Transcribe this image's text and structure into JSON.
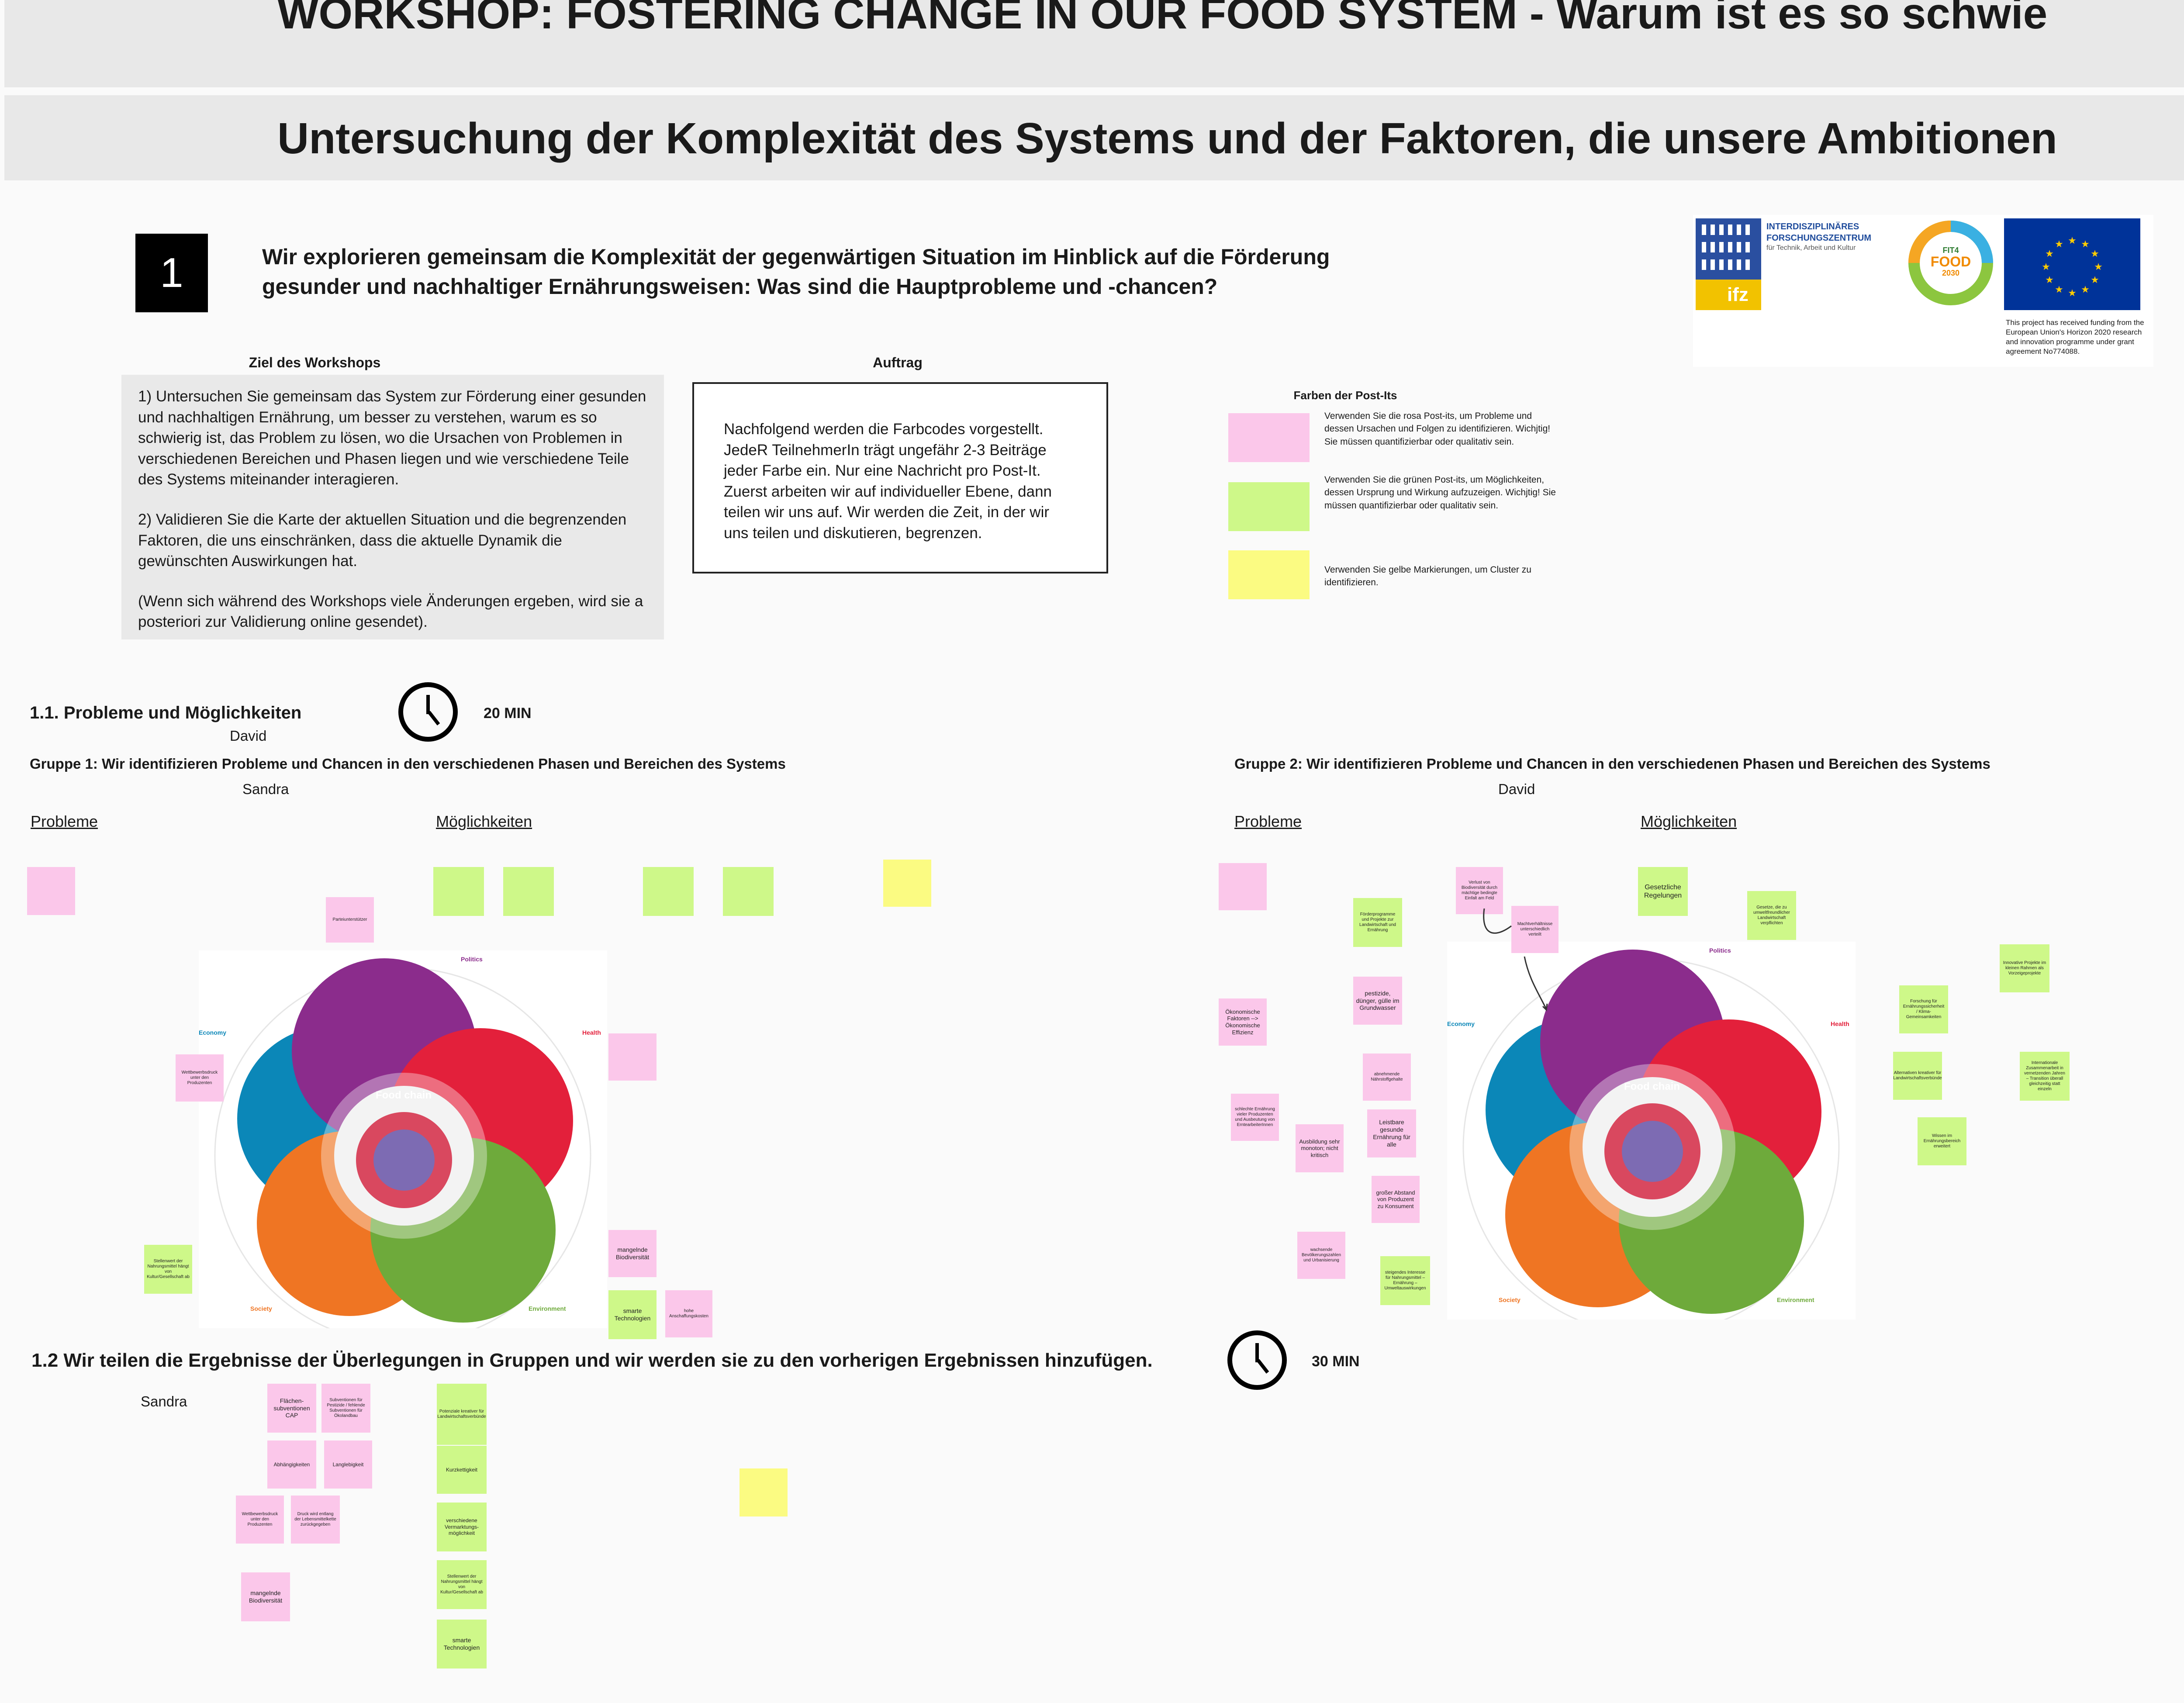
{
  "header": {
    "title": "WORKSHOP: FOSTERING CHANGE IN OUR FOOD SYSTEM - Warum ist es so schwie",
    "subtitle": "Untersuchung der Komplexität des Systems und der Faktoren, die unsere Ambitionen"
  },
  "section1": {
    "number": "1",
    "intro_line1": "Wir explorieren gemeinsam die Komplexität der gegenwärtigen Situation im Hinblick auf die Förderung",
    "intro_line2": "gesunder und nachhaltiger Ernährungsweisen: Was sind die Hauptprobleme und -chancen?"
  },
  "goal": {
    "heading": "Ziel des Workshops",
    "p1": "1) Untersuchen Sie gemeinsam das System zur Förderung einer gesunden und nachhaltigen Ernährung, um besser zu verstehen, warum es so schwierig ist, das Problem zu lösen, wo die Ursachen von Problemen in verschiedenen Bereichen und Phasen liegen und wie verschiedene Teile des Systems miteinander interagieren.",
    "p2": "2) Validieren Sie die Karte der aktuellen Situation und die begrenzenden Faktoren, die uns einschränken, dass die aktuelle Dynamik die gewünschten Auswirkungen hat.",
    "p3": "(Wenn sich während des Workshops viele Änderungen ergeben, wird sie a posteriori zur Validierung online gesendet)."
  },
  "task": {
    "heading": "Auftrag",
    "text": "Nachfolgend werden die Farbcodes vorgestellt. JedeR TeilnehmerIn trägt ungefähr 2-3 Beiträge jeder Farbe ein. Nur eine Nachricht pro Post-It. Zuerst arbeiten wir auf individueller Ebene, dann teilen wir uns auf. Wir werden die Zeit, in der wir uns teilen und diskutieren, begrenzen."
  },
  "legend": {
    "title": "Farben der Post-Its",
    "pink": "Verwenden Sie die rosa Post-its, um Probleme und dessen Ursachen und Folgen zu identifizieren. Wichjtig! Sie müssen quantifizierbar oder qualitativ sein.",
    "green": "Verwenden Sie die grünen Post-its, um Möglichkeiten, dessen Ursprung und Wirkung aufzuzeigen. Wichjtig! Sie müssen quantifizierbar oder qualitativ sein.",
    "yellow": "Verwenden Sie gelbe Markierungen, um Cluster zu identifizieren.",
    "colors": {
      "pink": "#fbc7ea",
      "green": "#cef889",
      "yellow": "#fbfb82"
    }
  },
  "logos": {
    "ifz_line1": "INTERDISZIPLINÄRES",
    "ifz_line2": "FORSCHUNGSZENTRUM",
    "ifz_line3": "für Technik, Arbeit und Kultur",
    "ifz_mark": "ifz",
    "fit4food_line1": "FIT4",
    "fit4food_line2": "FOOD",
    "fit4food_line3": "2030",
    "funding": "This project has received funding from the European Union's Horizon 2020 research and innovation programme under grant agreement No774088."
  },
  "s11": {
    "heading": "1.1. Probleme und Möglichkeiten",
    "time": "20 MIN",
    "name": "David",
    "group1": "Gruppe 1: Wir identifizieren Probleme und Chancen in den verschiedenen Phasen und Bereichen des Systems",
    "group1_name": "Sandra",
    "group2": "Gruppe 2: Wir identifizieren Probleme und Chancen in den verschiedenen Phasen und Bereichen des Systems",
    "group2_name": "David",
    "problems": "Probleme",
    "opportunities": "Möglichkeiten"
  },
  "diagram": {
    "center": "Food chain",
    "politics": "Politics",
    "health": "Health",
    "economy": "Economy",
    "society": "Society",
    "environment": "Environment"
  },
  "notes_g1": {
    "n1": "Parteiunterstützer",
    "n2": "Wettbewerbsdruck unter den Produzenten",
    "n3": "Stellenwert der Nahrungsmittel hängt von Kultur/Gesellschaft ab",
    "n4": "mangelnde Biodiversität",
    "n5": "smarte Technologien",
    "n6": "hohe Anschaffungskosten"
  },
  "notes_g2": {
    "n1": "Förderprogramme und Projekte zur Landwirtschaft und Ernährung",
    "n2": "Verlust von Biodiversität durch mächtige bedingte Einfalt am Feld",
    "n3": "Machtverhältnisse unterschiedlich verteilt",
    "n4": "Gesetzliche Regelungen",
    "n5": "Gesetze, die zu umweltfreundlicher Landwirtschaft verpflichten",
    "n6": "Innovative Projekte im kleinen Rahmen als Vorzeigeprojekte",
    "n7": "Ökonomische Faktoren --> Ökonomische Effizienz",
    "n8": "pestizide, dünger, gülle im Grundwasser",
    "n9": "Forschung für Ernährungssicherheit / Klima-Gemeinsamkeiten",
    "n10": "abnehmende Nährstoffgehalte",
    "n11": "schlechte Ernährung vieler Produzenten und Ausbeutung von ErntearbeiterInnen",
    "n12": "Ausbildung sehr monoton; nicht kritisch",
    "n13": "Leistbare gesunde Ernährung für alle",
    "n14": "Internationale Zusammenarbeit in vernetzenden Jahren – Transition überall gleichzeitig statt einzeln",
    "n15": "Wissen im Ernährungsbereich erweitert",
    "n16": "großer Abstand von Produzent zu Konsument",
    "n17": "wachsende Bevölkerungszahlen und Urbanisierung",
    "n18": "steigendes Interesse für Nahrungsmittel – Ernährung – Umweltauswirkungen",
    "n19": "Alternativen kreativer für Landwirtschaftsverbünde"
  },
  "s12": {
    "heading": "1.2 Wir teilen die Ergebnisse der Überlegungen in Gruppen und wir werden sie zu den vorherigen Ergebnissen hinzufügen.",
    "time": "30 MIN",
    "name": "Sandra",
    "n1": "Flächen-subventionen CAP",
    "n2": "Subventionen für Pestizide / fehlende Subventionen für Ökolandbau",
    "n3": "Abhängigkeiten",
    "n4": "Langlebigkeit",
    "n5": "Wettbewerbsdruck unter den Produzenten",
    "n6": "Druck wird entlang der Lebensmittelkette zurückgegeben",
    "n7": "mangelnde Biodiversität",
    "n8": "Potenziale kreativer für Landwirtschaftsverbünde",
    "n9": "Kurzkettigkeit",
    "n10": "verschiedene Vermarktungs-möglichkeit",
    "n11": "Stellenwert der Nahrungsmittel hängt von Kultur/Gesellschaft ab",
    "n12": "smarte Technologien"
  }
}
